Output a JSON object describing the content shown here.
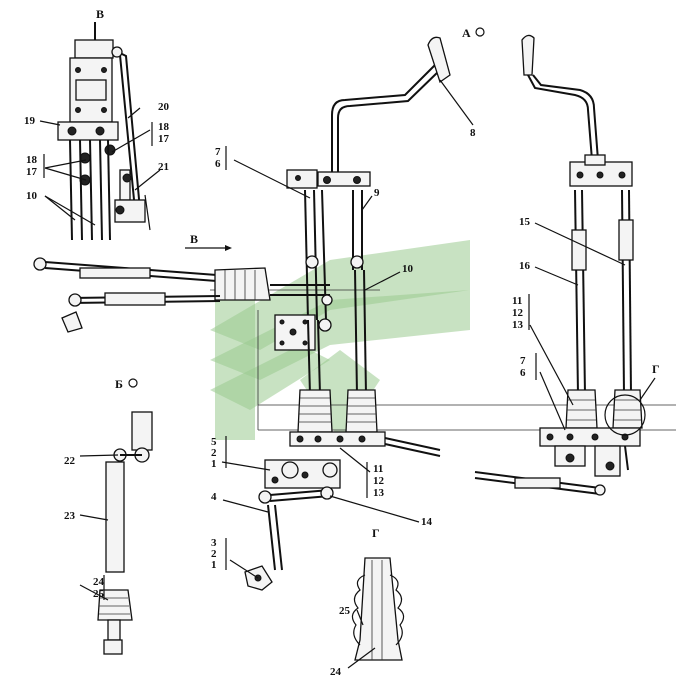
{
  "views": {
    "v": "В",
    "b": "Б",
    "a": "А",
    "g_top": "Г",
    "g_bottom": "Г",
    "arrow_v": "В"
  },
  "callouts": {
    "c8": "8",
    "c9": "9",
    "c10_center": "10",
    "c10_left": "10",
    "c14": "14",
    "c15": "15",
    "c16": "16",
    "c19": "19",
    "c20": "20",
    "c21": "21",
    "c22": "22",
    "c23": "23",
    "c24_ab": "24",
    "c25_ab": "25",
    "c25_g": "25",
    "c24_g": "24",
    "c4": "4"
  },
  "stacks": {
    "s76_top": [
      "7",
      "6"
    ],
    "s1817_right": [
      "18",
      "17"
    ],
    "s1817_left": [
      "18",
      "17"
    ],
    "s521": [
      "5",
      "2",
      "1"
    ],
    "s111213_center": [
      "11",
      "12",
      "13"
    ],
    "s321": [
      "3",
      "2",
      "1"
    ],
    "s111213_right": [
      "11",
      "12",
      "13"
    ],
    "s76_right": [
      "7",
      "6"
    ]
  }
}
